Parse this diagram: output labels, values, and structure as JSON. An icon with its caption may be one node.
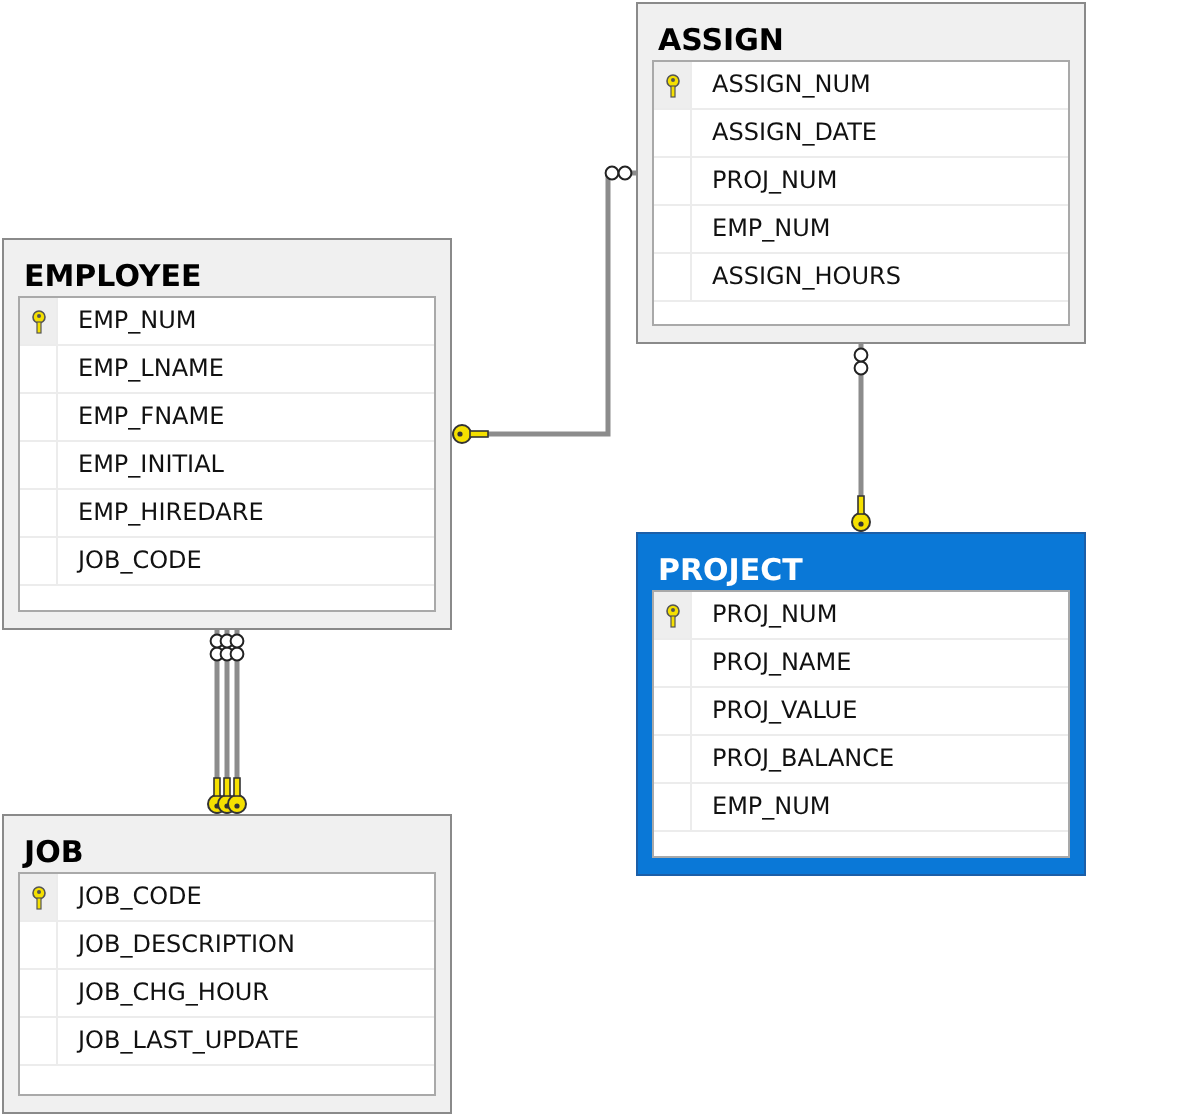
{
  "diagram": {
    "nodes": [
      {
        "text": [
          "ASSIGN",
          "ASSIGN_NUM",
          "ASSIGN_DATE",
          "PROJ_NUM",
          "EMP_NUM",
          "ASSIGN_HOURS"
        ]
      },
      {
        "text": [
          "EMPLOYEE",
          "EMP_NUM",
          "EMP_LNAME",
          "EMP_FNAME",
          "EMP_INITIAL",
          "EMP_HIREDARE",
          "JOB_CODE"
        ]
      },
      {
        "text": [
          "PROJECT",
          "PROJ_NUM",
          "PROJ_NAME",
          "PROJ_VALUE",
          "PROJ_BALANCE",
          "EMP_NUM"
        ]
      },
      {
        "text": [
          "JOB",
          "JOB_CODE",
          "JOB_DESCRIPTION",
          "JOB_CHG_HOUR",
          "JOB_LAST_UPDATE"
        ]
      }
    ],
    "edges": [
      {
        "from": 1,
        "to": 0,
        "arrow": "other"
      },
      {
        "from": 2,
        "to": 0,
        "arrow": "other"
      },
      {
        "from": 3,
        "to": 1,
        "arrow": "other"
      },
      {
        "from": 3,
        "to": 1,
        "arrow": "other"
      },
      {
        "from": 3,
        "to": 1,
        "arrow": "other"
      }
    ]
  }
}
